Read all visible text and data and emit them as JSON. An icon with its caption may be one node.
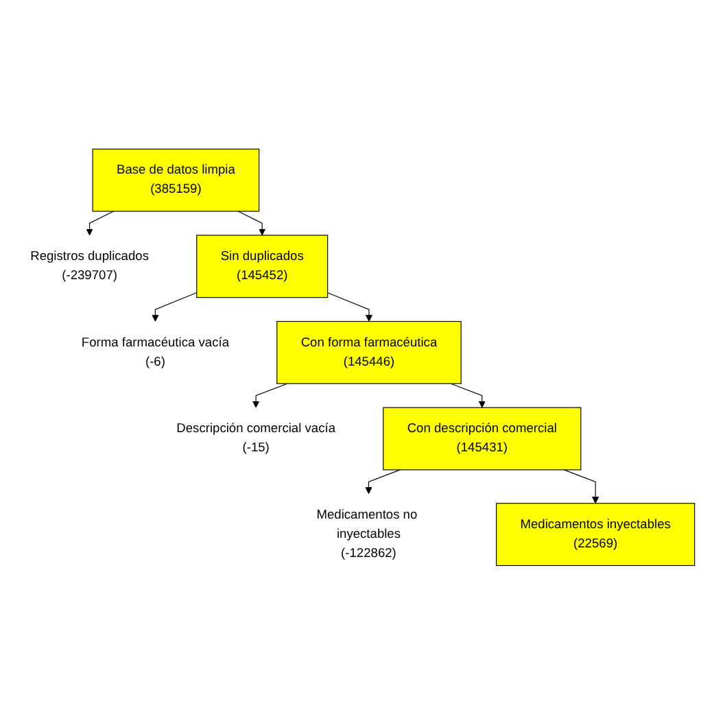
{
  "diagram": {
    "nodes": [
      {
        "text": [
          "Base de datos limpia",
          "(385159)"
        ]
      },
      {
        "text": [
          "Registros duplicados",
          "(-239707)"
        ]
      },
      {
        "text": [
          "Sin duplicados",
          "(145452)"
        ]
      },
      {
        "text": [
          "Forma farmacéutica vacía",
          "(-6)"
        ]
      },
      {
        "text": [
          "Con forma farmacéutica",
          "(145446)"
        ]
      },
      {
        "text": [
          "Descripción comercial vacía",
          "(-15)"
        ]
      },
      {
        "text": [
          "Con descripción comercial",
          "(145431)"
        ]
      },
      {
        "text": [
          "Medicamentos no inyectables",
          "(-122862)"
        ]
      },
      {
        "text": [
          "Medicamentos inyectables",
          "(22569)"
        ]
      }
    ],
    "edges": [
      {
        "from": 0,
        "to": 1,
        "arrow": "to"
      },
      {
        "from": 0,
        "to": 2,
        "arrow": "to"
      },
      {
        "from": 2,
        "to": 3,
        "arrow": "to"
      },
      {
        "from": 2,
        "to": 4,
        "arrow": "to"
      },
      {
        "from": 4,
        "to": 5,
        "arrow": "to"
      },
      {
        "from": 4,
        "to": 6,
        "arrow": "to"
      },
      {
        "from": 6,
        "to": 7,
        "arrow": "to"
      },
      {
        "from": 6,
        "to": 8,
        "arrow": "to"
      }
    ]
  }
}
